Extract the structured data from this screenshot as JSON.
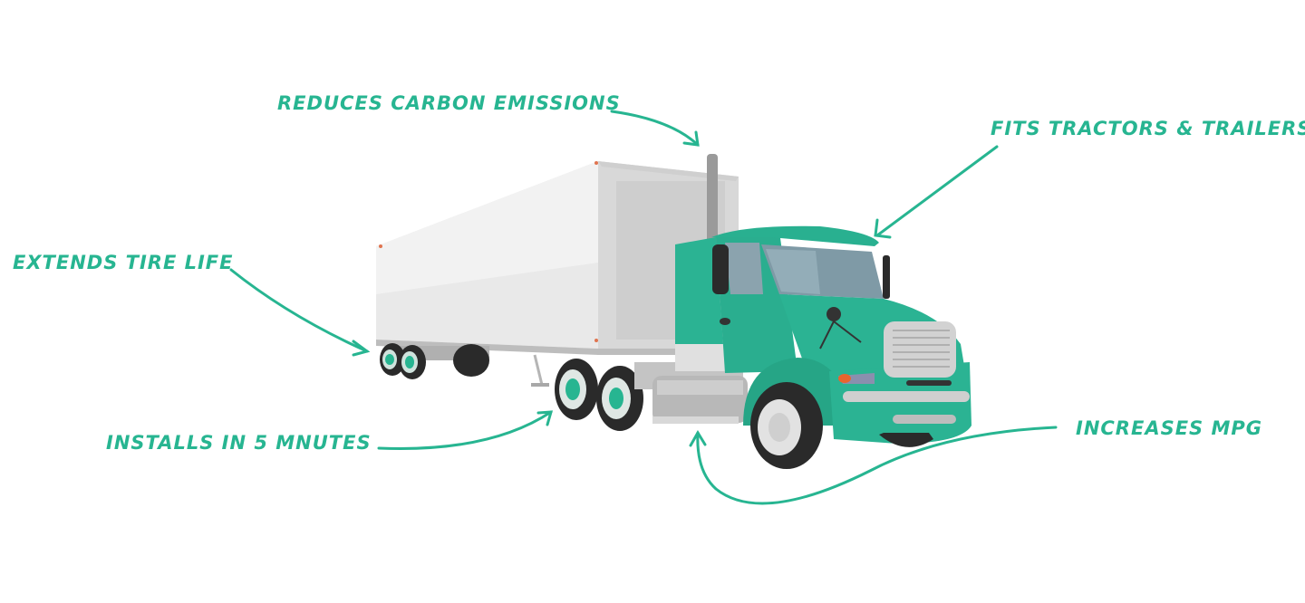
{
  "illustration": {
    "subject": "semi-truck with trailer",
    "accent_color": "#27b591",
    "cab_color": "#2bb393",
    "trailer_color": "#e6e6e6"
  },
  "callouts": [
    {
      "id": "carbon",
      "label": "Reduces Carbon Emissions"
    },
    {
      "id": "fits",
      "label": "Fits Tractors & Trailers"
    },
    {
      "id": "tire",
      "label": "Extends Tire Life"
    },
    {
      "id": "installs",
      "label": "Installs in 5 Mnutes"
    },
    {
      "id": "mpg",
      "label": "Increases MPG"
    }
  ]
}
